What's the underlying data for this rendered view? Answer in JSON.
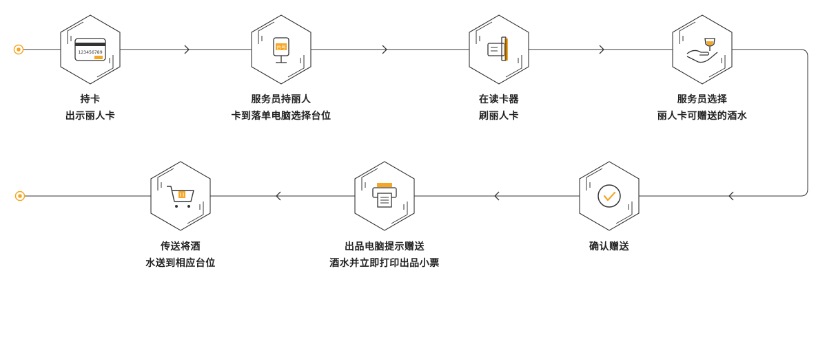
{
  "colors": {
    "accent": "#f5a623",
    "line": "#333333",
    "text": "#222222"
  },
  "steps": [
    {
      "line1": "持卡",
      "line2": "出示丽人卡",
      "icon": "membership-card-icon",
      "card_number": "123456789"
    },
    {
      "line1": "服务员持丽人",
      "line2": "卡到落单电脑选择台位",
      "icon": "table-number-terminal-icon",
      "sign_text": "台号"
    },
    {
      "line1": "在读卡器",
      "line2": "刷丽人卡",
      "icon": "card-reader-icon"
    },
    {
      "line1": "服务员选择",
      "line2": "丽人卡可赠送的酒水",
      "icon": "hand-offering-glass-icon"
    },
    {
      "line1": "确认赠送",
      "line2": "",
      "icon": "check-circle-icon"
    },
    {
      "line1": "出品电脑提示赠送",
      "line2": "酒水并立即打印出品小票",
      "icon": "printer-icon"
    },
    {
      "line1": "传送将酒",
      "line2": "水送到相应台位",
      "icon": "shopping-cart-icon"
    }
  ]
}
